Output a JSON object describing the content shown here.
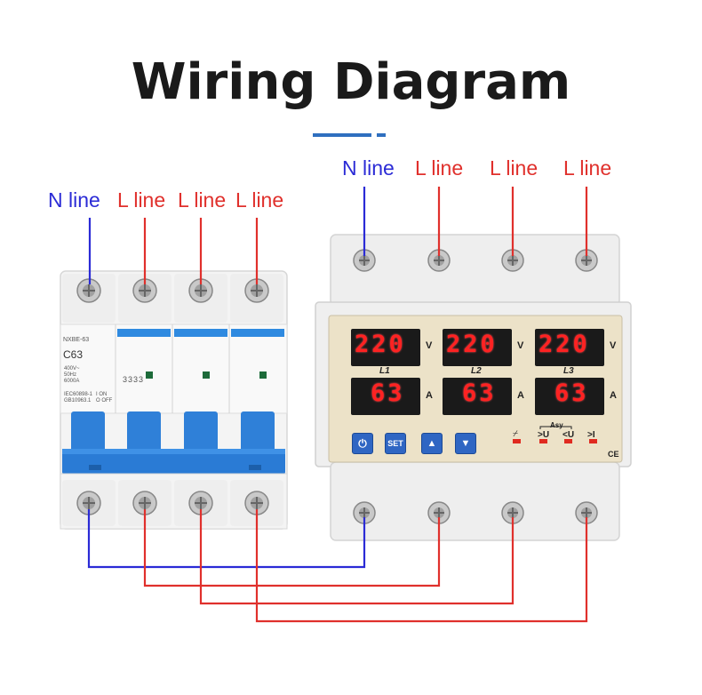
{
  "title": "Wiring Diagram",
  "breaker_labels": [
    "N line",
    "L line",
    "L line",
    "L line"
  ],
  "protector_labels": [
    "N line",
    "L line",
    "L line",
    "L line"
  ],
  "breaker": {
    "brand": "NXBE-63",
    "rating": "C63",
    "specs": [
      "400V~",
      "50Hz",
      "6000A"
    ],
    "standards": [
      "IEC60898-1",
      "GB10963.1"
    ],
    "on_off": [
      "I ON",
      "O OFF"
    ],
    "digits": "3333"
  },
  "protector": {
    "voltages": [
      "220",
      "220",
      "220"
    ],
    "currents": [
      "63",
      "63",
      "63"
    ],
    "volt_unit": "V",
    "amp_unit": "A",
    "phases": [
      "L1",
      "L2",
      "L3"
    ],
    "buttons": {
      "power": "⏻",
      "set": "SET",
      "up": "▲",
      "down": "▼"
    },
    "indicators": [
      "⌿",
      ">U",
      "<U",
      ">I"
    ],
    "asy_label": "Asy",
    "ce_mark": "CE"
  },
  "colors": {
    "neutral": "#2b2bd6",
    "live": "#e0302c",
    "accent": "#2f6fbf",
    "button": "#2f66c3"
  }
}
